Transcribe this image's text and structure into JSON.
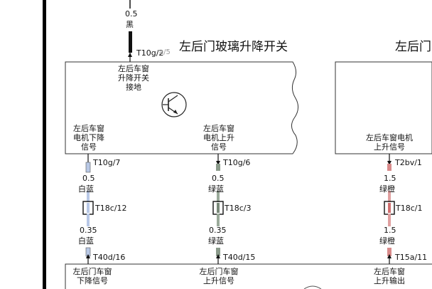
{
  "titles": {
    "switch_main": "左后门玻璃升降开关",
    "switch_right_cut": "左后门"
  },
  "top_wire": {
    "gauge": "0.5",
    "color": "黑",
    "connector": "T10g/2",
    "connector_ghost": "a/5"
  },
  "switch_box": {
    "ground_label": "左后车窗\n升降开关\n接地",
    "down_signal_label": "左后车窗\n电机下降\n信号",
    "up_signal_label": "左后车窗\n电机上升\n信号"
  },
  "right_box": {
    "up_signal_label": "左后车窗电机\n上升信号"
  },
  "wires": [
    {
      "connector_top": "T10g/7",
      "gauge_top": "0.5",
      "color_top": "白蓝",
      "mid_connector": "T18c/12",
      "gauge_bottom": "0.35",
      "color_bottom": "白蓝",
      "connector_bottom": "T40d/16",
      "bottom_label": "左后门车窗\n下降信号",
      "wire_color": "#9fb4d4"
    },
    {
      "connector_top": "T10g/6",
      "gauge_top": "0.5",
      "color_top": "绿蓝",
      "mid_connector": "T18c/3",
      "gauge_bottom": "0.35",
      "color_bottom": "绿蓝",
      "connector_bottom": "T40d/15",
      "bottom_label": "左后门车窗\n上升信号",
      "wire_color": "#8a9a8a"
    },
    {
      "connector_top": "T2bv/1",
      "gauge_top": "1.5",
      "color_top": "绿橙",
      "mid_connector": "T18c/1",
      "gauge_bottom": "1.5",
      "color_bottom": "绿橙",
      "connector_bottom": "T15a/11",
      "bottom_label": "左后车窗\n上升输出",
      "wire_color": "#e0a0a0"
    }
  ]
}
